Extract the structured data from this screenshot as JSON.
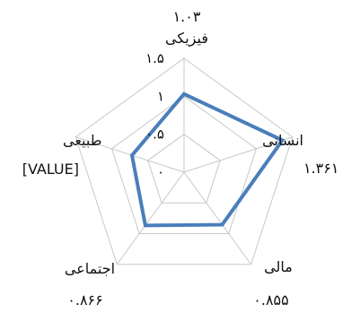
{
  "chart_data": {
    "type": "radar",
    "title": "",
    "categories": [
      "فیزیکی",
      "انسانی",
      "مالی",
      "اجتماعی",
      "طبیعی"
    ],
    "series": [
      {
        "values": [
          1.03,
          1.361,
          0.855,
          0.866,
          0.72
        ]
      }
    ],
    "value_labels": [
      "۱.۰۳",
      "۱.۳۶۱",
      "۰.۸۵۵",
      "۰.۸۶۶",
      "[VALUE]"
    ],
    "radial_ticks": [
      "۰",
      "۰.۵",
      "۱",
      "۱.۵"
    ],
    "tick_values": [
      0,
      0.5,
      1,
      1.5
    ],
    "rlim": [
      0,
      1.5
    ],
    "grid": true,
    "legend": "none",
    "colors": {
      "series": "#4a7ebb",
      "grid": "#c8c8c8"
    }
  }
}
